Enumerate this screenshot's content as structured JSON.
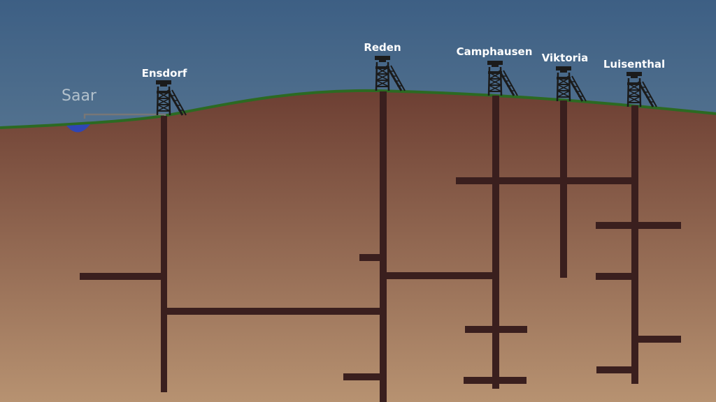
{
  "river": {
    "label": "Saar",
    "color": "#2f46b5"
  },
  "mines": [
    {
      "id": "ensdorf",
      "name": "Ensdorf"
    },
    {
      "id": "reden",
      "name": "Reden"
    },
    {
      "id": "camphausen",
      "name": "Camphausen"
    },
    {
      "id": "viktoria",
      "name": "Viktoria"
    },
    {
      "id": "luisenthal",
      "name": "Luisenthal"
    }
  ],
  "colors": {
    "sky_top": "#3d5f84",
    "sky_bottom": "#7f98a5",
    "earth_top": "#6d3f33",
    "earth_bottom": "#b79271",
    "grass": "#2c6a22",
    "shaft": "#3a1f1e",
    "tower": "#1b1b1b",
    "pipe": "#777777"
  }
}
